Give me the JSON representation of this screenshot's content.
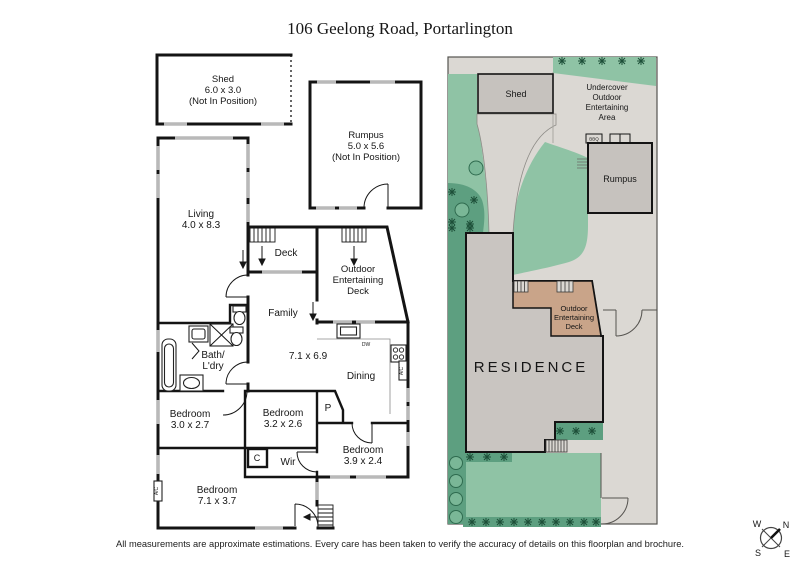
{
  "title": "106 Geelong Road, Portarlington",
  "disclaimer": "All measurements are approximate estimations. Every care has been taken to verify the accuracy of details on this floorplan and brochure.",
  "floorplan": {
    "shed": {
      "name": "Shed",
      "dims": "6.0 x 3.0",
      "note": "(Not In Position)"
    },
    "rumpus": {
      "name": "Rumpus",
      "dims": "5.0 x 5.6",
      "note": "(Not In Position)"
    },
    "living": {
      "name": "Living",
      "dims": "4.0 x 8.3"
    },
    "deck": {
      "name": "Deck"
    },
    "outdoor_deck": {
      "line1": "Outdoor",
      "line2": "Entertaining",
      "line3": "Deck"
    },
    "family": {
      "name": "Family"
    },
    "family_dining_dims": "7.1 x 6.9",
    "dining": {
      "name": "Dining"
    },
    "bath": {
      "line1": "Bath/",
      "line2": "L'dry"
    },
    "bedroom_1": {
      "name": "Bedroom",
      "dims": "3.0 x 2.7"
    },
    "bedroom_2": {
      "name": "Bedroom",
      "dims": "3.2 x 2.6"
    },
    "bedroom_3": {
      "name": "Bedroom",
      "dims": "3.9 x 2.4"
    },
    "bedroom_4": {
      "name": "Bedroom",
      "dims": "7.1 x 3.7"
    },
    "wir": "Wir",
    "pantry": "P",
    "cupboard": "C",
    "dishwasher": "DW",
    "ac": "A/C"
  },
  "siteplan": {
    "shed": "Shed",
    "undercover": {
      "line1": "Undercover",
      "line2": "Outdoor",
      "line3": "Entertaining",
      "line4": "Area"
    },
    "bbq": "BBQ",
    "rumpus": "Rumpus",
    "outdoor_deck": {
      "line1": "Outdoor",
      "line2": "Entertaining",
      "line3": "Deck"
    },
    "residence": "RESIDENCE"
  },
  "compass": {
    "n": "N",
    "s": "S",
    "e": "E",
    "w": "W"
  },
  "colors": {
    "wall_black": "#141414",
    "window_grey": "#b9b9b9",
    "site_paving": "#dbd8d3",
    "site_path": "#d8d5d0",
    "lawn_green": "#8fc3a5",
    "garden_green": "#5d9f80",
    "bush_green": "#7ab797",
    "plant_dark": "#1d4f38",
    "residence_grey": "#c9c5c1",
    "building_grey": "#c6c2be",
    "deck_tan": "#c9a489"
  }
}
